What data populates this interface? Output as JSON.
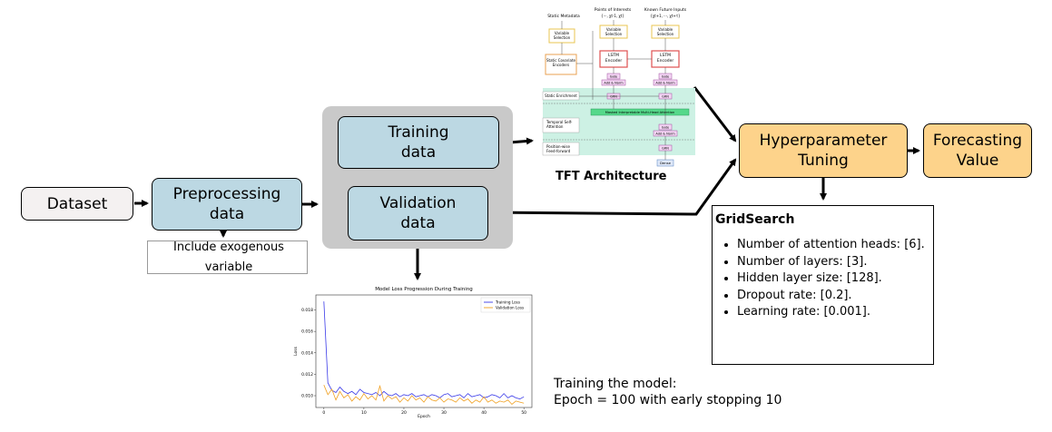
{
  "nodes": {
    "dataset": "Dataset",
    "preprocessing": "Preprocessing data",
    "exogenous_note": "Include exogenous variable",
    "training": "Training data",
    "validation": "Validation data",
    "hyper": "Hyperparameter Tuning",
    "forecast": "Forecasting Value"
  },
  "tft": {
    "caption": "TFT Architecture",
    "labels": {
      "static_metadata": "Static Metadata",
      "past_inputs": "Points of Interests",
      "future_inputs": "Known Future Inputs",
      "var_sel_1": "Variable Selection",
      "var_sel_2": "Variable Selection",
      "var_sel_3": "Variable Selection",
      "static_cov": "Static Covariate Encoders",
      "lstm_enc": "LSTM Encoder",
      "lstm_dec": "LSTM Encoder",
      "gate_1": "Gate",
      "gate_2": "Gate",
      "addnorm_1": "Add & Norm",
      "addnorm_2": "Add & Norm",
      "static_enrich": "Static Enrichment",
      "grn_1": "GRN",
      "grn_2": "GRN",
      "attention": "Masked Interpretable Multi-Head Attention",
      "temporal": "Temporal Self-Attention",
      "gate_3": "Gate",
      "addnorm_3": "Add & Norm",
      "position": "Position-wise Feed-forward",
      "grn_3": "GRN",
      "dense": "Dense"
    }
  },
  "gridsearch": {
    "title": "GridSearch",
    "items": [
      "Number of attention heads: [6].",
      "Number of layers: [3].",
      "Hidden layer size: [128].",
      "Dropout rate: [0.2].",
      "Learning rate: [0.001]."
    ]
  },
  "training_note": {
    "line1": "Training the model:",
    "line2": "Epoch = 100 with early stopping 10"
  },
  "chart_data": {
    "type": "line",
    "title": "Model Loss Progression During Training",
    "xlabel": "Epoch",
    "ylabel": "Loss",
    "xlim": [
      -2,
      52
    ],
    "ylim": [
      0.0089,
      0.0194
    ],
    "xticks": [
      0,
      10,
      20,
      30,
      40,
      50
    ],
    "yticks": [
      0.01,
      0.012,
      0.014,
      0.016,
      0.018
    ],
    "legend": "top-right",
    "series": [
      {
        "name": "Training Loss",
        "color": "#3a3ae8",
        "x": [
          0,
          1,
          2,
          3,
          4,
          5,
          6,
          7,
          8,
          9,
          10,
          11,
          12,
          13,
          14,
          15,
          16,
          17,
          18,
          19,
          20,
          21,
          22,
          23,
          24,
          25,
          26,
          27,
          28,
          29,
          30,
          31,
          32,
          33,
          34,
          35,
          36,
          37,
          38,
          39,
          40,
          41,
          42,
          43,
          44,
          45,
          46,
          47,
          48,
          49,
          50
        ],
        "values": [
          0.0188,
          0.0112,
          0.0105,
          0.0103,
          0.0108,
          0.0104,
          0.0102,
          0.0104,
          0.0101,
          0.0106,
          0.0103,
          0.0102,
          0.0101,
          0.0103,
          0.01,
          0.0104,
          0.0101,
          0.01,
          0.0102,
          0.0099,
          0.0101,
          0.01,
          0.0102,
          0.0099,
          0.01,
          0.0101,
          0.0099,
          0.0101,
          0.01,
          0.0098,
          0.0101,
          0.0102,
          0.0099,
          0.01,
          0.0101,
          0.0098,
          0.0102,
          0.0099,
          0.01,
          0.0101,
          0.0098,
          0.0099,
          0.0101,
          0.01,
          0.0098,
          0.0102,
          0.0098,
          0.01,
          0.0098,
          0.0097,
          0.0099
        ]
      },
      {
        "name": "Validation Loss",
        "color": "#f0a020",
        "x": [
          0,
          1,
          2,
          3,
          4,
          5,
          6,
          7,
          8,
          9,
          10,
          11,
          12,
          13,
          14,
          15,
          16,
          17,
          18,
          19,
          20,
          21,
          22,
          23,
          24,
          25,
          26,
          27,
          28,
          29,
          30,
          31,
          32,
          33,
          34,
          35,
          36,
          37,
          38,
          39,
          40,
          41,
          42,
          43,
          44,
          45,
          46,
          47,
          48,
          49,
          50
        ],
        "values": [
          0.011,
          0.0101,
          0.0106,
          0.0096,
          0.0104,
          0.0098,
          0.0101,
          0.0095,
          0.0099,
          0.0096,
          0.0102,
          0.0097,
          0.01,
          0.0096,
          0.0109,
          0.0095,
          0.01,
          0.0097,
          0.0099,
          0.0094,
          0.0098,
          0.0095,
          0.01,
          0.0096,
          0.0098,
          0.0094,
          0.0099,
          0.0096,
          0.0095,
          0.0098,
          0.0094,
          0.0097,
          0.0096,
          0.0094,
          0.0098,
          0.0095,
          0.0097,
          0.0093,
          0.0096,
          0.0094,
          0.0099,
          0.0094,
          0.0096,
          0.0093,
          0.0095,
          0.0094,
          0.0096,
          0.0092,
          0.0095,
          0.0094,
          0.0093
        ]
      }
    ]
  }
}
